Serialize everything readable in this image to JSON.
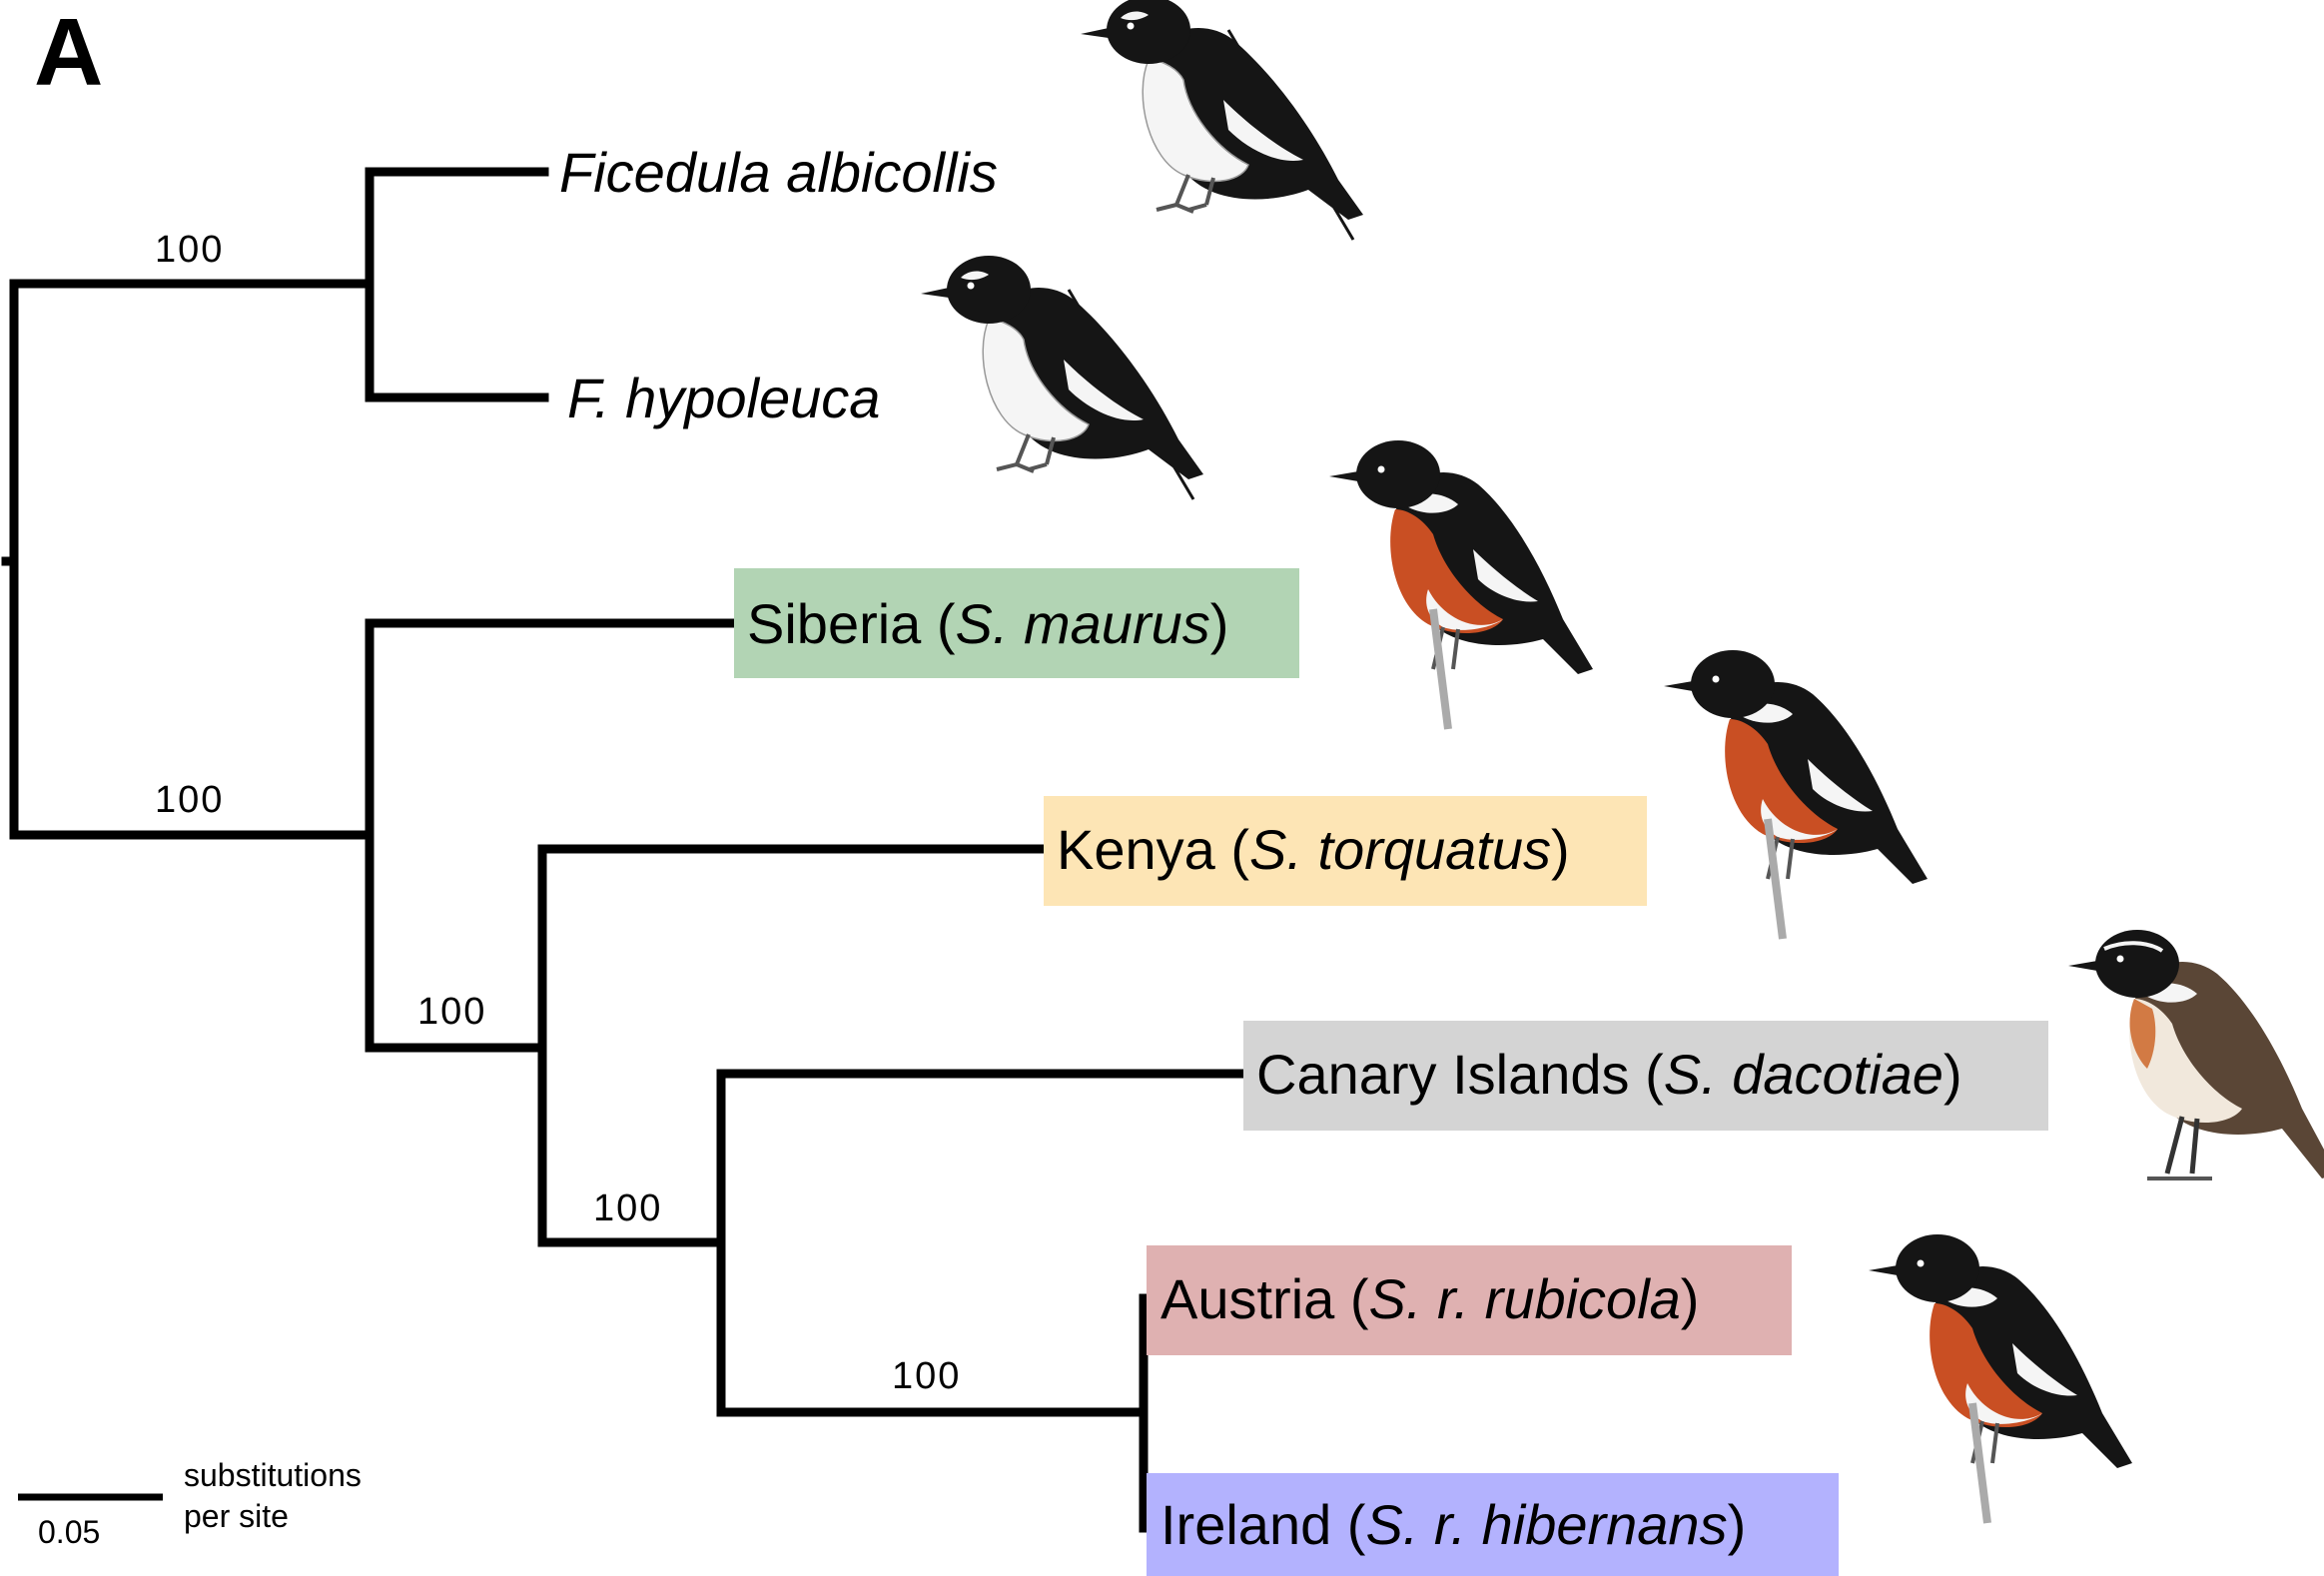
{
  "panel_label": "A",
  "colors": {
    "branch": "#000000",
    "siberia_box": "#b2d4b4",
    "kenya_box": "#fde5b5",
    "canary_box": "#d4d4d4",
    "austria_box": "#dfb1b1",
    "ireland_box": "#b3b2fe",
    "bird_black": "#151515",
    "bird_white": "#f5f5f5",
    "bird_orange": "#c94f23"
  },
  "taxa": {
    "ficedula_albicollis": "Ficedula albicollis",
    "f_hypoleuca": "F. hypoleuca",
    "siberia": {
      "locality": "Siberia",
      "species": "S. maurus"
    },
    "kenya": {
      "locality": "Kenya",
      "species": "S. torquatus"
    },
    "canary": {
      "locality": "Canary Islands",
      "species": "S. dacotiae"
    },
    "austria": {
      "locality": "Austria",
      "species": "S. r. rubicola"
    },
    "ireland": {
      "locality": "Ireland",
      "species": "S. r. hibernans"
    }
  },
  "support": {
    "ficedula_clade": "100",
    "saxicola_clade": "100",
    "torquatus_group": "100",
    "dacotiae_rubicola": "100",
    "rubicola_group": "100"
  },
  "scale_bar": {
    "value": "0.05",
    "unit_line1": "substitutions",
    "unit_line2": "per site"
  },
  "illustrations": [
    {
      "name": "collared flycatcher",
      "type": "flycatcher"
    },
    {
      "name": "pied flycatcher",
      "type": "flycatcher"
    },
    {
      "name": "Siberian stonechat",
      "type": "stonechat"
    },
    {
      "name": "African stonechat",
      "type": "stonechat"
    },
    {
      "name": "Canary Islands stonechat",
      "type": "stonechat-pale"
    },
    {
      "name": "European stonechat",
      "type": "stonechat"
    }
  ]
}
